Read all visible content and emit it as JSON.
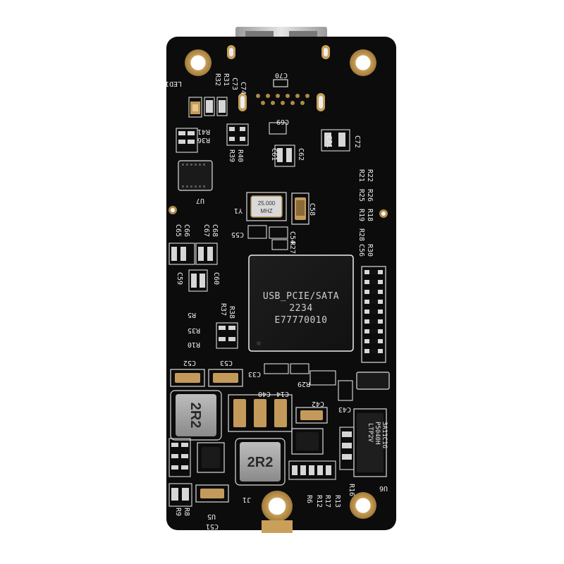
{
  "chip": {
    "line1": "USB_PCIE/SATA",
    "line2": "2234",
    "line3": "E77770010"
  },
  "crystal": {
    "line1": "25.000",
    "line2": "MHZ"
  },
  "inductor_marking": "2R2",
  "small_chip_u6": {
    "line1": "LTP2V",
    "line2": "P5040H",
    "line3": "3A11C1G"
  },
  "silkscreen": {
    "led1": "LED1",
    "r32": "R32",
    "r31": "R31",
    "c73": "C73",
    "c74": "C74",
    "c70": "C70",
    "c69": "C69",
    "r41": "R41",
    "r36": "R36",
    "r40": "R40",
    "r39": "R39",
    "c71": "C71",
    "c72": "C72",
    "c61": "C61",
    "c62": "C62",
    "u7": "U7",
    "y1": "Y1",
    "c58": "C58",
    "c55": "C55",
    "c54": "C54",
    "r27": "R27",
    "r21": "R21",
    "r22": "R22",
    "r25": "R25",
    "r26": "R26",
    "r19": "R19",
    "r18": "R18",
    "r28": "R28",
    "c56": "C56",
    "r30": "R30",
    "c66": "C66",
    "c65": "C65",
    "c67": "C67",
    "c68": "C68",
    "c59": "C59",
    "c60": "C60",
    "r5": "R5",
    "r35": "R35",
    "r10": "R10",
    "r37": "R37",
    "r38": "R38",
    "c52": "C52",
    "c53": "C53",
    "c33": "C33",
    "r29": "R29",
    "c14": "C14",
    "c40": "C40",
    "c42": "C42",
    "c43": "C43",
    "r16": "R16",
    "r17": "R17",
    "r13": "R13",
    "r12": "R12",
    "r8": "R8",
    "r9": "R9",
    "r6": "R6",
    "u5": "U5",
    "c51": "C51",
    "j1": "J1",
    "u6": "U6"
  }
}
